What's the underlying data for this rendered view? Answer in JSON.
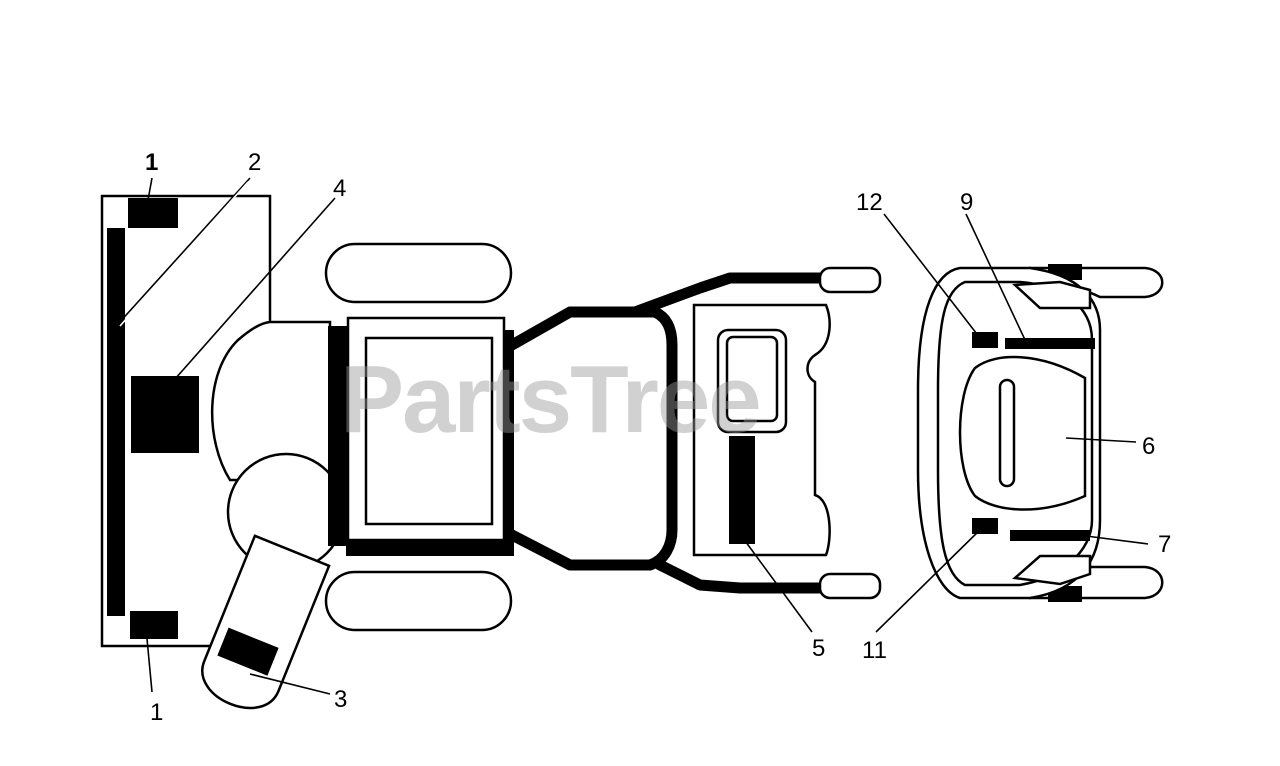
{
  "diagram": {
    "callouts": {
      "c1_top": "1",
      "c2": "2",
      "c4": "4",
      "c1_bottom": "1",
      "c3": "3",
      "c5": "5",
      "c12": "12",
      "c9": "9",
      "c6": "6",
      "c7": "7",
      "c11": "11"
    },
    "watermark": "PartsTree"
  }
}
